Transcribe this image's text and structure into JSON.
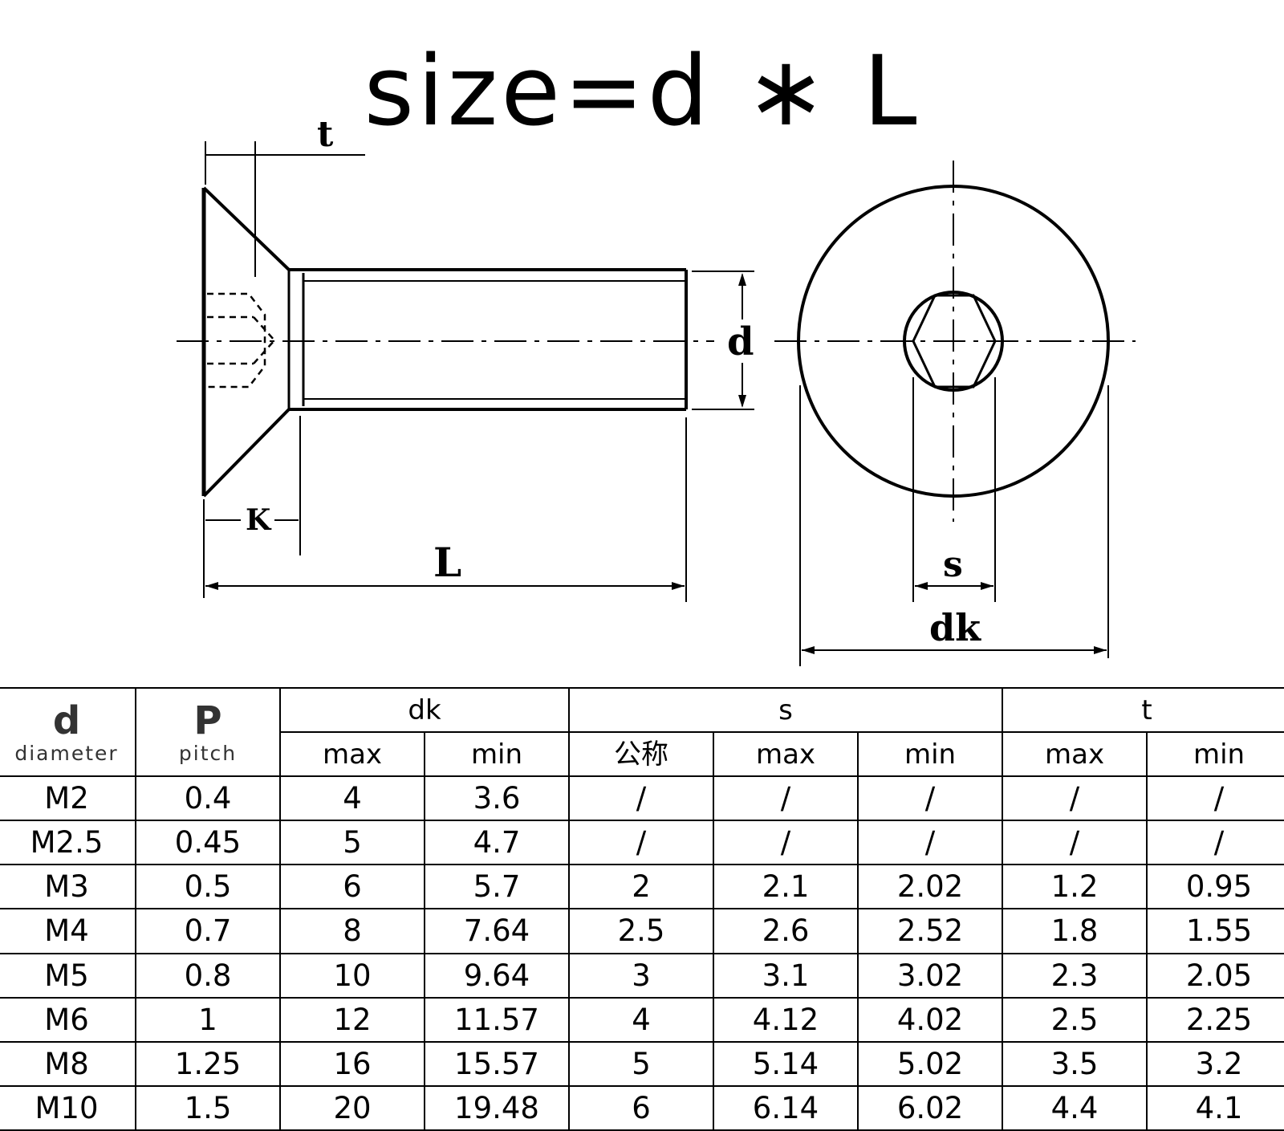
{
  "title": "size=d ∗ L",
  "drawing_labels": {
    "t": "t",
    "d": "d",
    "k": "K",
    "L": "L",
    "s": "s",
    "dk": "dk"
  },
  "table": {
    "col1": {
      "main": "d",
      "sub": "diameter"
    },
    "col2": {
      "main": "P",
      "sub": "pitch"
    },
    "groups": {
      "dk": "dk",
      "s": "s",
      "t": "t"
    },
    "sub_headers": [
      "max",
      "min",
      "公称",
      "max",
      "min",
      "max",
      "min"
    ],
    "rows": [
      [
        "M2",
        "0.4",
        "4",
        "3.6",
        "/",
        "/",
        "/",
        "/",
        "/"
      ],
      [
        "M2.5",
        "0.45",
        "5",
        "4.7",
        "/",
        "/",
        "/",
        "/",
        "/"
      ],
      [
        "M3",
        "0.5",
        "6",
        "5.7",
        "2",
        "2.1",
        "2.02",
        "1.2",
        "0.95"
      ],
      [
        "M4",
        "0.7",
        "8",
        "7.64",
        "2.5",
        "2.6",
        "2.52",
        "1.8",
        "1.55"
      ],
      [
        "M5",
        "0.8",
        "10",
        "9.64",
        "3",
        "3.1",
        "3.02",
        "2.3",
        "2.05"
      ],
      [
        "M6",
        "1",
        "12",
        "11.57",
        "4",
        "4.12",
        "4.02",
        "2.5",
        "2.25"
      ],
      [
        "M8",
        "1.25",
        "16",
        "15.57",
        "5",
        "5.14",
        "5.02",
        "3.5",
        "3.2"
      ],
      [
        "M10",
        "1.5",
        "20",
        "19.48",
        "6",
        "6.14",
        "6.02",
        "4.4",
        "4.1"
      ]
    ]
  }
}
